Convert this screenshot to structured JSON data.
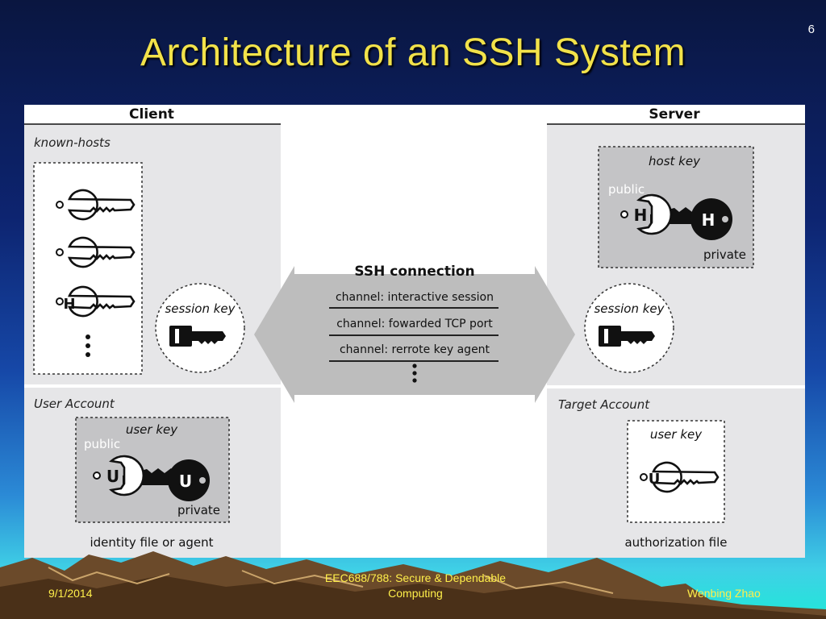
{
  "slide": {
    "title": "Architecture of an SSH System",
    "number": "6",
    "footer_date": "9/1/2014",
    "footer_course_line1": "EEC688/788: Secure & Dependable",
    "footer_course_line2": "Computing",
    "footer_author": "Wenbing Zhao"
  },
  "diagram": {
    "client_label": "Client",
    "server_label": "Server",
    "known_hosts_label": "known-hosts",
    "user_account_label": "User Account",
    "target_account_label": "Target Account",
    "session_key_label": "session key",
    "host_key_label": "host key",
    "user_key_label": "user key",
    "public_label": "public",
    "private_label": "private",
    "key_letter_h": "H",
    "key_letter_u": "U",
    "ssh_connection_label": "SSH connection",
    "channels": [
      "channel: interactive session",
      "channel: fowarded TCP port",
      "channel: rerrote key agent"
    ],
    "identity_label": "identity file or agent",
    "authorization_label": "authorization file"
  },
  "colors": {
    "title": "#f2e24a",
    "footer_text": "#ffef4a",
    "panel_gray": "#e6e6e8",
    "key_box_gray": "#c4c4c6",
    "arrow_gray": "#bdbdbd"
  }
}
